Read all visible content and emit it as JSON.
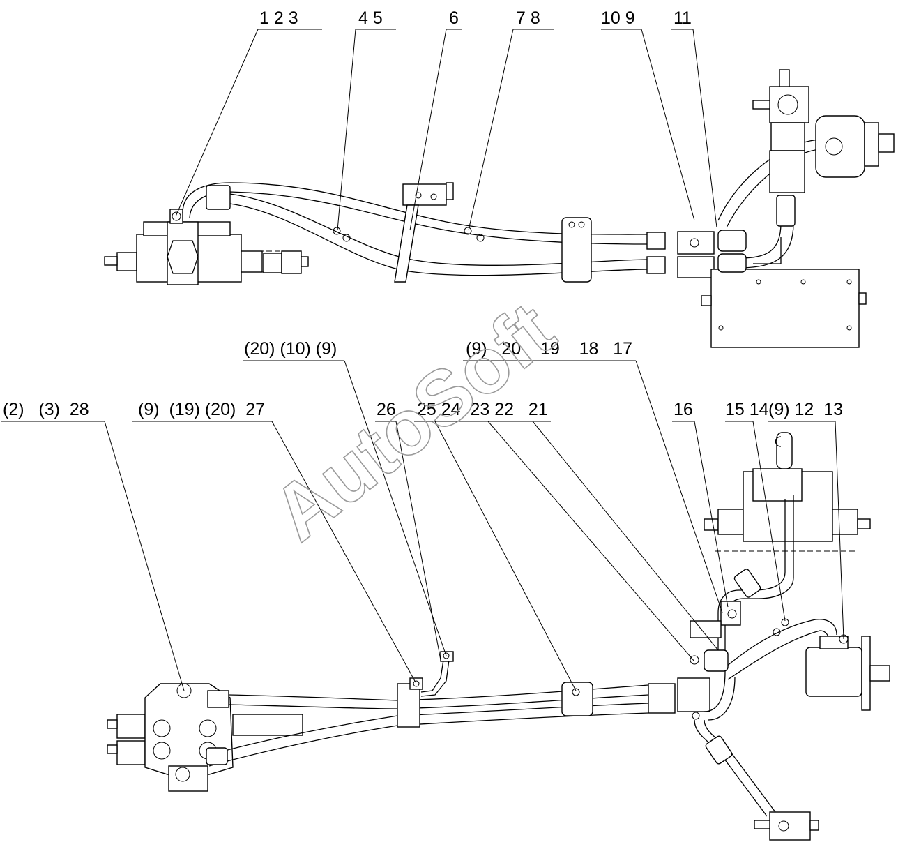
{
  "watermark": "AutoSoft",
  "top_callouts": [
    {
      "id": "c123",
      "text": "1 2 3"
    },
    {
      "id": "c45",
      "text": "4 5"
    },
    {
      "id": "c6",
      "text": "6"
    },
    {
      "id": "c78",
      "text": "7 8"
    },
    {
      "id": "c109",
      "text": "10 9"
    },
    {
      "id": "c11",
      "text": "11"
    }
  ],
  "bottom_callouts": [
    {
      "id": "c20109",
      "text": "(20) (10) (9)"
    },
    {
      "id": "c9201918_17",
      "text": "(9)   20    19    18   17"
    },
    {
      "id": "c2328",
      "text": "(2)   (3)  28"
    },
    {
      "id": "c9192027",
      "text": "(9)  (19) (20)  27"
    },
    {
      "id": "c26",
      "text": "26"
    },
    {
      "id": "c25_21",
      "text": "25 24  23 22   21"
    },
    {
      "id": "c16",
      "text": "16"
    },
    {
      "id": "c1514",
      "text": "15 14"
    },
    {
      "id": "c91213",
      "text": "(9) 12  13"
    }
  ]
}
